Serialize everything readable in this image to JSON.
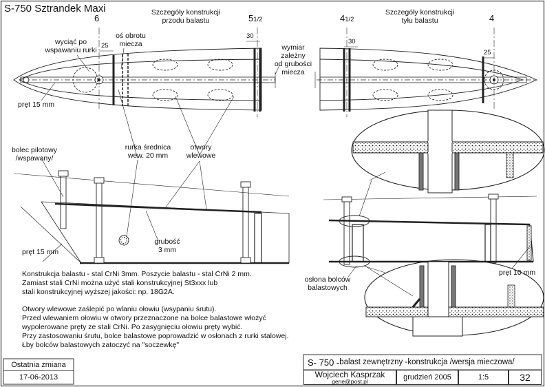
{
  "sheet_title": "S-750 Sztrandek Maxi",
  "front_caption": [
    "Szczegóły konstrukcji",
    "przodu balastu"
  ],
  "rear_caption": [
    "Szczegóły konstrukcji",
    "tyłu balastu"
  ],
  "station_labels": {
    "s6": "6",
    "s5": "5",
    "s5_frac": "1/2",
    "s4": "4",
    "s4_frac": "1/2",
    "s4b": "4"
  },
  "dims": {
    "d25_left": "25",
    "d30_left": "30",
    "d30_right": "30",
    "d25_right": "25"
  },
  "labels": {
    "wyciac": [
      "wyciąć po",
      "wspawaniu rurki"
    ],
    "os_obrotu": [
      "oś obrotu",
      "miecza"
    ],
    "wymiar": [
      "wymiar",
      "zależny",
      "od grubości",
      "miecza"
    ],
    "pret15_top": "pręt 15 mm",
    "bolec": [
      "bolec pilotowy",
      "/wspawany/"
    ],
    "rurka": [
      "rurka średnica",
      "wew. 20 mm"
    ],
    "otwory": [
      "otwory",
      "wlewowe"
    ],
    "pret15_side": "pręt 15 mm",
    "grubosc": [
      "grubość",
      "3 mm"
    ],
    "oslona": [
      "osłona bolców",
      "balastowych"
    ],
    "pret10": "pręt 10 mm"
  },
  "notes": [
    "Konstrukcja balastu - stal CrNi  3mm. Poszycie balastu - stal CrNi  2 mm.",
    "Zamiast stali CrNi można użyć stali konstrukcyjnej St3xxx lub",
    "stali konstrukcyjnej wyższej jakości: np. 18G2A.",
    "",
    "Otwory wlewowe zaślepić po wlaniu ołowiu (wsypaniu śrutu).",
    "Przed wlewaniem ołowiu w otwory przeznaczone na bolce balastowe włożyć",
    "wypolerowane pręty ze stali CrNi. Po zasygnięciu ołowiu pręty wybić.",
    "Przy zastosowaniu śrutu, bolce balastowe poprowadzić w osłonach z rurki stalowej.",
    "Łby bolców balastowych zatoczyć na \"soczewkę\""
  ],
  "title_block": {
    "last_change_label": "Ostatnia zmiana",
    "last_change_date": "17-06-2013",
    "title_main": "S- 750 - ",
    "title_rest": "balast zewnętrzny -konstrukcja /wersja mieczowa/",
    "author": "Wojciech Kasprzak",
    "email": "gene@post.pl",
    "date": "grudzień 2005",
    "scale": "1:5",
    "sheet_no": "32"
  }
}
